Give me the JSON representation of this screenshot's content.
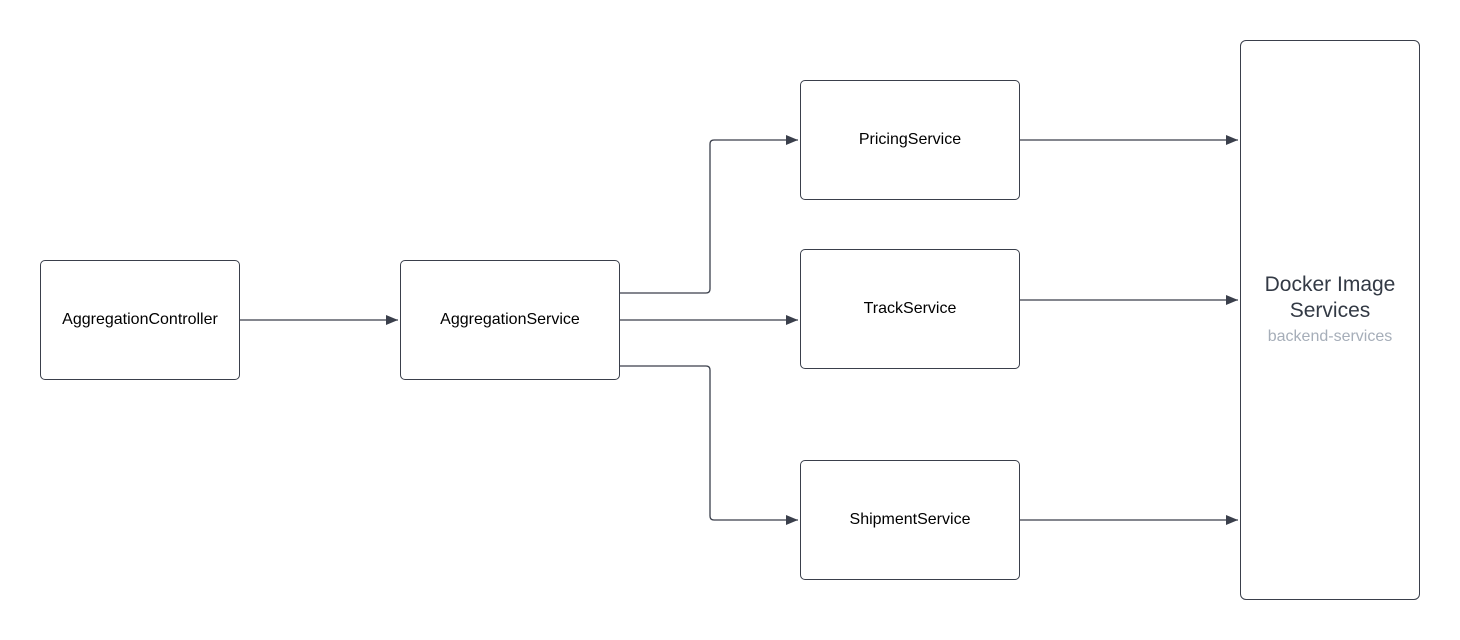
{
  "nodes": {
    "aggregation_controller": {
      "label": "AggregationController"
    },
    "aggregation_service": {
      "label": "AggregationService"
    },
    "pricing_service": {
      "label": "PricingService"
    },
    "track_service": {
      "label": "TrackService"
    },
    "shipment_service": {
      "label": "ShipmentService"
    }
  },
  "container": {
    "title": "Docker Image Services",
    "subtitle": "backend-services"
  },
  "edges": [
    {
      "from": "AggregationController",
      "to": "AggregationService"
    },
    {
      "from": "AggregationService",
      "to": "PricingService"
    },
    {
      "from": "AggregationService",
      "to": "TrackService"
    },
    {
      "from": "AggregationService",
      "to": "ShipmentService"
    },
    {
      "from": "PricingService",
      "to": "Docker Image Services"
    },
    {
      "from": "TrackService",
      "to": "Docker Image Services"
    },
    {
      "from": "ShipmentService",
      "to": "Docker Image Services"
    }
  ],
  "colors": {
    "stroke": "#3a3f4b",
    "container_title": "#333a45",
    "container_subtitle": "#a6aeb9"
  }
}
